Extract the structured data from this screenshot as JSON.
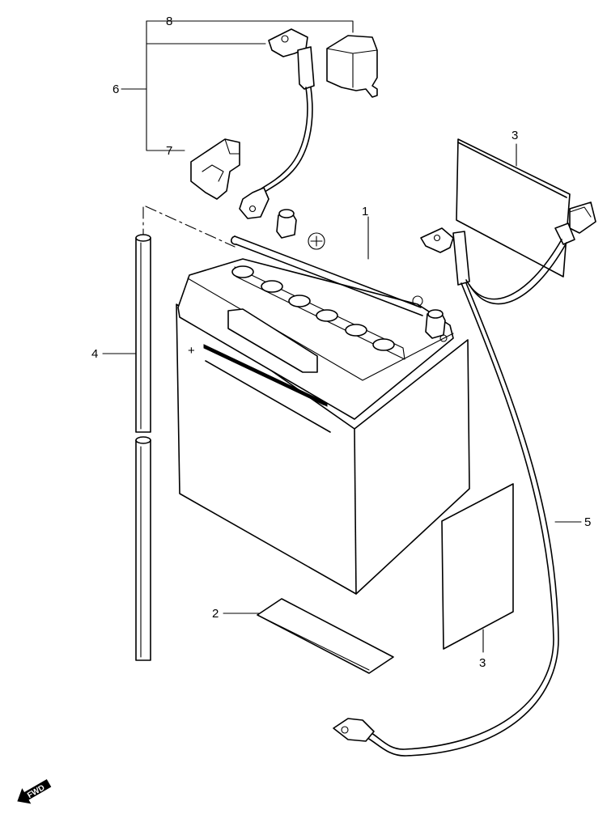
{
  "callouts": {
    "c1": "1",
    "c2": "2",
    "c3a": "3",
    "c3b": "3",
    "c4": "4",
    "c5": "5",
    "c6": "6",
    "c7": "7",
    "c8": "8"
  },
  "battery": {
    "plus_mark": "+"
  },
  "fwd_badge": "FWD"
}
